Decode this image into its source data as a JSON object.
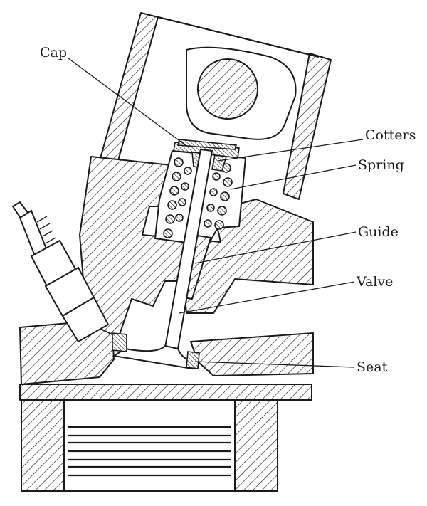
{
  "labels": {
    "cap": "Cap",
    "cotters": "Cotters",
    "spring": "Spring",
    "guide": "Guide",
    "valve": "Valve",
    "seat": "Seat"
  },
  "colors": {
    "ink": "#1a1a1a",
    "background": "#ffffff"
  }
}
